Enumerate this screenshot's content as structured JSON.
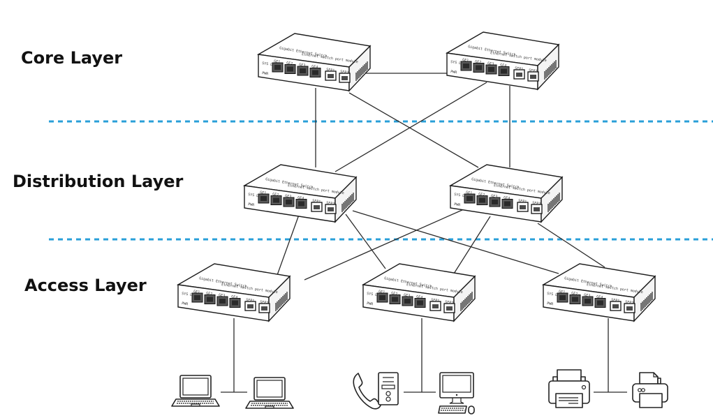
{
  "title": "Hierarchical network design diagram",
  "layers": [
    {
      "id": "core",
      "label": "Core Layer"
    },
    {
      "id": "distribution",
      "label": "Distribution Layer"
    },
    {
      "id": "access",
      "label": "Access Layer"
    }
  ],
  "separator_color": "#2a9fd8",
  "switch_label_text": {
    "brand": "Gigabit Ethernet Switch",
    "model_line": "Ethernet switch port module",
    "status": "SYS LINK",
    "power": "PWR",
    "port_labels": [
      "GE1",
      "GE2",
      "GE3",
      "GE4"
    ],
    "sfp_labels": [
      "SFP1",
      "SFP2"
    ]
  },
  "switches": [
    {
      "id": "core-1",
      "layer": "core"
    },
    {
      "id": "core-2",
      "layer": "core"
    },
    {
      "id": "dist-1",
      "layer": "distribution"
    },
    {
      "id": "dist-2",
      "layer": "distribution"
    },
    {
      "id": "access-1",
      "layer": "access"
    },
    {
      "id": "access-2",
      "layer": "access"
    },
    {
      "id": "access-3",
      "layer": "access"
    }
  ],
  "links": [
    {
      "from": "core-1",
      "to": "core-2"
    },
    {
      "from": "core-1",
      "to": "dist-1"
    },
    {
      "from": "core-1",
      "to": "dist-2"
    },
    {
      "from": "core-2",
      "to": "dist-1"
    },
    {
      "from": "core-2",
      "to": "dist-2"
    },
    {
      "from": "dist-1",
      "to": "access-1"
    },
    {
      "from": "dist-1",
      "to": "access-2"
    },
    {
      "from": "dist-1",
      "to": "access-3"
    },
    {
      "from": "dist-2",
      "to": "access-1"
    },
    {
      "from": "dist-2",
      "to": "access-2"
    },
    {
      "from": "dist-2",
      "to": "access-3"
    }
  ],
  "end_devices": [
    {
      "switch": "access-1",
      "devices": [
        "laptop-icon",
        "laptop-icon"
      ]
    },
    {
      "switch": "access-2",
      "devices": [
        "phone-icon",
        "server-tower-icon",
        "desktop-computer-icon"
      ]
    },
    {
      "switch": "access-3",
      "devices": [
        "printer-icon",
        "fax-printer-icon"
      ]
    }
  ]
}
